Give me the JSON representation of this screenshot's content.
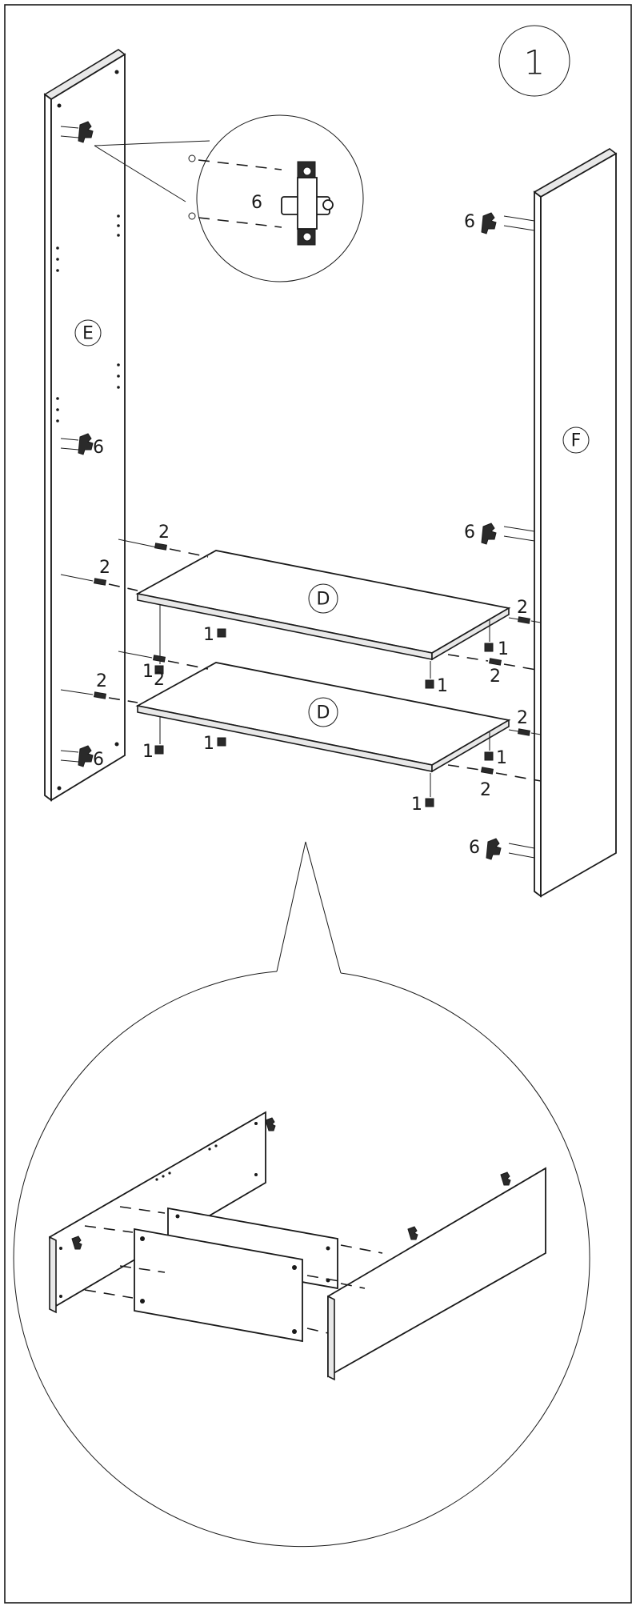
{
  "step_number": "1",
  "panels": {
    "left_side": "E",
    "right_side": "F",
    "shelf_upper": "D",
    "shelf_lower": "D"
  },
  "callouts": {
    "cam_qty": "6",
    "dowel_qty": "2",
    "foot_qty": "1"
  },
  "icons": {
    "cam_fitting": "cam-lock-icon",
    "dowel": "dowel-icon",
    "shelf_pin": "shelf-pin-icon"
  }
}
